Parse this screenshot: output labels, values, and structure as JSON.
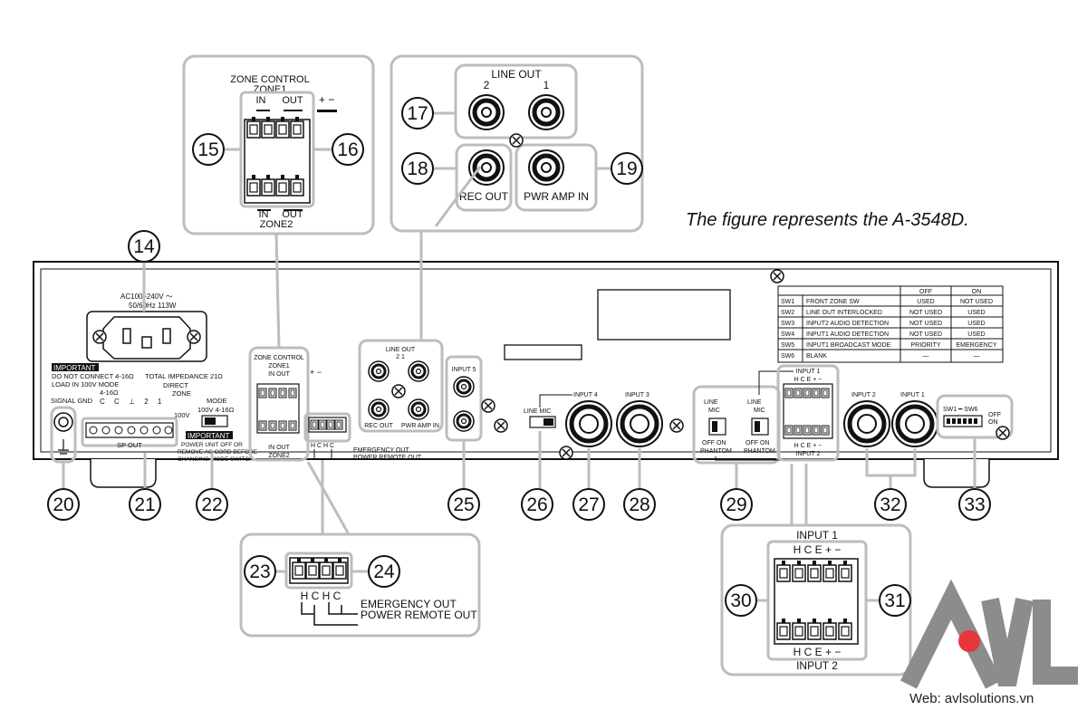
{
  "caption": "The figure represents the A-3548D.",
  "website": "Web: avlsolutions.vn",
  "logo": {
    "text": "AVL",
    "accent_color": "#e8353b",
    "letter_color": "#8c8c8c"
  },
  "callouts": [
    "14",
    "15",
    "16",
    "17",
    "18",
    "19",
    "20",
    "21",
    "22",
    "23",
    "24",
    "25",
    "26",
    "27",
    "28",
    "29",
    "30",
    "31",
    "32",
    "33"
  ],
  "zone_detail": {
    "title": "ZONE CONTROL",
    "zone1": "ZONE1",
    "in": "IN",
    "out": "OUT",
    "polarity": "+ −",
    "zone2": "ZONE2"
  },
  "lineout_detail": {
    "title": "LINE OUT",
    "ch2": "2",
    "ch1": "1",
    "rec_out": "REC OUT",
    "pwr_amp_in": "PWR AMP IN"
  },
  "emergency_detail": {
    "pins": "H C H C",
    "emergency_out": "EMERGENCY OUT",
    "power_remote_out": "POWER REMOTE OUT"
  },
  "input_detail": {
    "input1": "INPUT 1",
    "pins": "H C E + −",
    "input2": "INPUT 2"
  },
  "panel": {
    "power_rating": "AC100–240V ～",
    "power_rating2": "50/60Hz 113W",
    "important": "IMPORTANT",
    "imp_line1": "DO NOT CONNECT 4-16Ω",
    "imp_line2": "LOAD IN 100V MODE",
    "total_impedance": "TOTAL IMPEDANCE 21Ω",
    "direct": "DIRECT",
    "zone": "ZONE",
    "ohm": "4-16Ω",
    "sp_terminals": "C C ⊥ 2 1",
    "v100": "100V",
    "sp_out": "SP OUT",
    "signal_gnd": "SIGNAL GND",
    "mode": "MODE",
    "mode_options": "100V  4-16Ω",
    "important2": "IMPORTANT",
    "mode_warning1": "POWER UNIT OFF OR",
    "mode_warning2": "REMOVE AC CORD BEFORE",
    "mode_warning3": "CHANGING MODE SWITCH",
    "zone_control": "ZONE CONTROL",
    "zone1": "ZONE1",
    "in_out": "IN  OUT",
    "zone2": "ZONE2",
    "emergency_out": "EMERGENCY OUT",
    "power_remote_out": "POWER REMOTE OUT",
    "hchc": "H C H C",
    "line_out": "LINE OUT",
    "lo_ch": "2        1",
    "rec_out": "REC OUT",
    "pwr_amp_in": "PWR AMP IN",
    "input5": "INPUT 5",
    "line_mic": "LINE  MIC",
    "input4": "INPUT 4",
    "input3": "INPUT 3",
    "line": "LINE",
    "mic": "MIC",
    "off_on": "OFF  ON",
    "phantom": "PHANTOM",
    "input1": "INPUT 1",
    "input2": "INPUT 2",
    "hce": "H C E + −",
    "sw_range": "SW1 ━ SW6",
    "off": "OFF",
    "on": "ON"
  },
  "dip_table": {
    "headers": [
      "",
      "",
      "OFF",
      "ON"
    ],
    "rows": [
      [
        "SW1",
        "FRONT ZONE SW",
        "USED",
        "NOT USED"
      ],
      [
        "SW2",
        "LINE OUT INTERLOCKED",
        "NOT USED",
        "USED"
      ],
      [
        "SW3",
        "INPUT2 AUDIO DETECTION",
        "NOT USED",
        "USED"
      ],
      [
        "SW4",
        "INPUT1 AUDIO DETECTION",
        "NOT USED",
        "USED"
      ],
      [
        "SW5",
        "INPUT1 BROADCAST MODE",
        "PRIORITY",
        "EMERGENCY"
      ],
      [
        "SW6",
        "BLANK",
        "—",
        "—"
      ]
    ]
  }
}
